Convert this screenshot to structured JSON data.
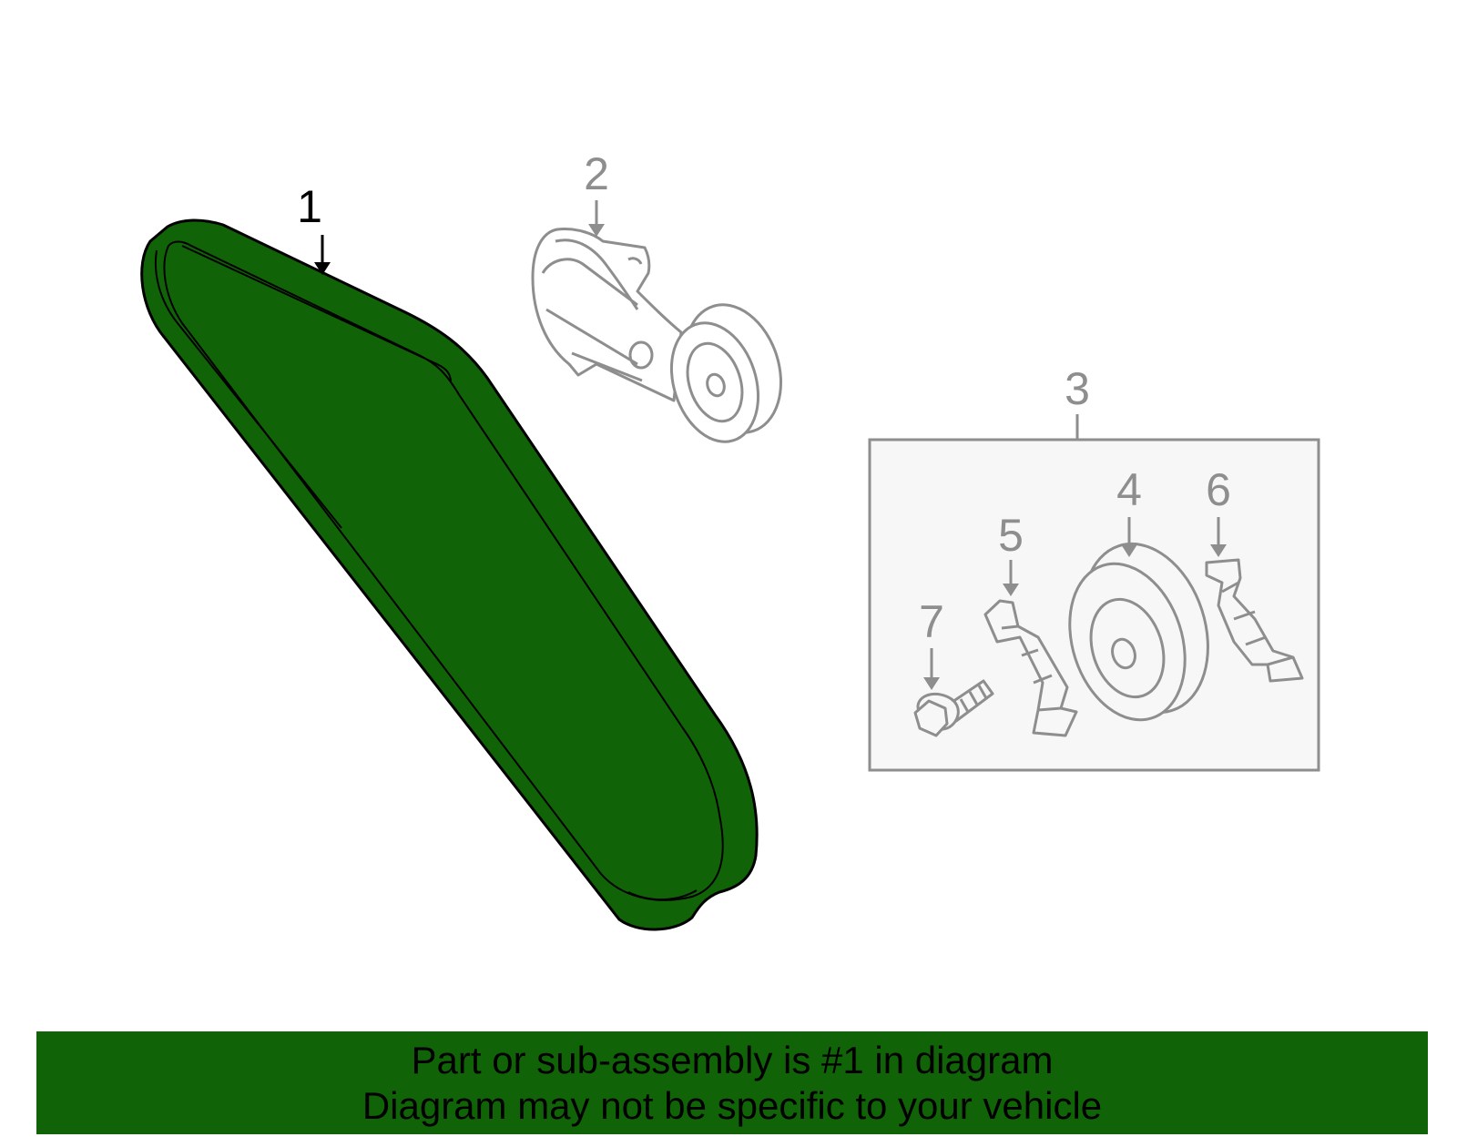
{
  "colors": {
    "highlight_fill": "#116307",
    "highlight_stroke": "#000000",
    "muted_stroke": "#8e8e8e",
    "kit_box_fill": "#f7f7f7",
    "banner_fill": "#116307"
  },
  "callouts": {
    "belt": "1",
    "tensioner": "2",
    "kit": "3",
    "idler_pulley": "4",
    "left_bracket": "5",
    "right_bracket": "6",
    "bolt": "7"
  },
  "footer": {
    "line1": "Part or sub-assembly is #1 in diagram",
    "line2": "Diagram may not be specific to your vehicle"
  }
}
